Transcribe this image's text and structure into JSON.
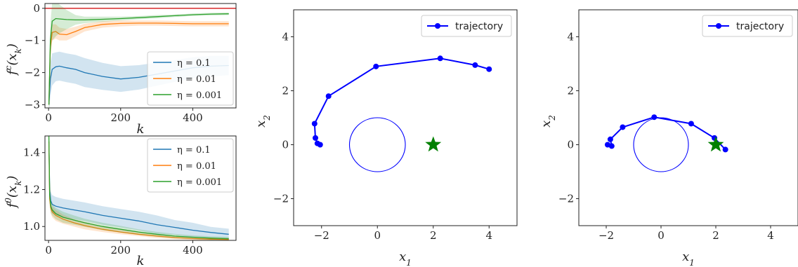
{
  "chart_data": [
    {
      "id": "top-left",
      "type": "line",
      "ylabel": "f^c(x_k)",
      "xlabel": "k",
      "xlim": [
        -10,
        520
      ],
      "ylim": [
        -3.1,
        0.15
      ],
      "xticks": [
        0,
        200,
        400
      ],
      "yticks": [
        0,
        -1,
        -2,
        -3
      ],
      "ytick_labels": [
        "0",
        "−1",
        "−2",
        "−3"
      ],
      "grid": false,
      "legend_position": "lower-right",
      "hline": {
        "y": 0,
        "color": "#d62728"
      },
      "series": [
        {
          "name": "η = 0.1",
          "color": "#1f77b4",
          "x": [
            1,
            5,
            10,
            20,
            30,
            50,
            75,
            100,
            150,
            200,
            250,
            300,
            350,
            400,
            450,
            500
          ],
          "y": [
            -3.0,
            -2.2,
            -1.9,
            -1.82,
            -1.8,
            -1.85,
            -1.9,
            -2.0,
            -2.12,
            -2.2,
            -2.15,
            -2.05,
            -1.95,
            -1.85,
            -1.8,
            -1.78
          ],
          "band": [
            0.45,
            0.5,
            0.5,
            0.45,
            0.45,
            0.45,
            0.45,
            0.45,
            0.42,
            0.4,
            0.38,
            0.36,
            0.34,
            0.33,
            0.32,
            0.3
          ]
        },
        {
          "name": "η = 0.01",
          "color": "#ff7f0e",
          "x": [
            1,
            5,
            10,
            20,
            30,
            50,
            75,
            100,
            150,
            200,
            250,
            300,
            350,
            400,
            450,
            500
          ],
          "y": [
            -3.0,
            -1.2,
            -0.75,
            -0.72,
            -0.8,
            -0.82,
            -0.72,
            -0.6,
            -0.5,
            -0.47,
            -0.46,
            -0.46,
            -0.47,
            -0.48,
            -0.48,
            -0.48
          ],
          "band": [
            0.4,
            0.35,
            0.25,
            0.22,
            0.2,
            0.18,
            0.15,
            0.12,
            0.1,
            0.09,
            0.08,
            0.08,
            0.08,
            0.08,
            0.08,
            0.08
          ]
        },
        {
          "name": "η = 0.001",
          "color": "#2ca02c",
          "x": [
            1,
            5,
            10,
            20,
            30,
            50,
            75,
            100,
            150,
            200,
            250,
            300,
            350,
            400,
            450,
            500
          ],
          "y": [
            -3.0,
            -1.0,
            -0.4,
            -0.32,
            -0.33,
            -0.35,
            -0.36,
            -0.36,
            -0.34,
            -0.32,
            -0.29,
            -0.26,
            -0.23,
            -0.2,
            -0.18,
            -0.17
          ],
          "band": [
            0.3,
            0.5,
            0.6,
            0.55,
            0.45,
            0.3,
            0.15,
            0.1,
            0.08,
            0.06,
            0.05,
            0.05,
            0.04,
            0.04,
            0.04,
            0.04
          ]
        }
      ]
    },
    {
      "id": "bottom-left",
      "type": "line",
      "ylabel": "f^0(x_k)",
      "xlabel": "k",
      "xlim": [
        -10,
        520
      ],
      "ylim": [
        0.925,
        1.49
      ],
      "xticks": [
        0,
        200,
        400
      ],
      "yticks": [
        1.0,
        1.2,
        1.4
      ],
      "ytick_labels": [
        "1.0",
        "1.2",
        "1.4"
      ],
      "grid": false,
      "legend_position": "upper-right",
      "series": [
        {
          "name": "η = 0.1",
          "color": "#1f77b4",
          "x": [
            1,
            3,
            6,
            10,
            20,
            40,
            70,
            100,
            150,
            200,
            250,
            300,
            350,
            400,
            450,
            500
          ],
          "y": [
            1.46,
            1.2,
            1.14,
            1.12,
            1.11,
            1.1,
            1.09,
            1.08,
            1.06,
            1.045,
            1.03,
            1.01,
            0.995,
            0.98,
            0.968,
            0.958
          ],
          "band": [
            0.02,
            0.05,
            0.05,
            0.05,
            0.05,
            0.05,
            0.05,
            0.05,
            0.05,
            0.05,
            0.05,
            0.05,
            0.04,
            0.04,
            0.03,
            0.03
          ]
        },
        {
          "name": "η = 0.01",
          "color": "#ff7f0e",
          "x": [
            1,
            3,
            6,
            10,
            20,
            40,
            70,
            100,
            150,
            200,
            250,
            300,
            350,
            400,
            450,
            500
          ],
          "y": [
            1.46,
            1.15,
            1.1,
            1.08,
            1.06,
            1.04,
            1.02,
            1.005,
            0.985,
            0.97,
            0.958,
            0.948,
            0.94,
            0.935,
            0.932,
            0.93
          ],
          "band": [
            0.02,
            0.03,
            0.03,
            0.03,
            0.03,
            0.025,
            0.02,
            0.02,
            0.015,
            0.012,
            0.01,
            0.01,
            0.008,
            0.008,
            0.007,
            0.007
          ]
        },
        {
          "name": "η = 0.001",
          "color": "#2ca02c",
          "x": [
            1,
            3,
            6,
            10,
            20,
            40,
            70,
            100,
            150,
            200,
            250,
            300,
            350,
            400,
            450,
            500
          ],
          "y": [
            1.49,
            1.17,
            1.11,
            1.09,
            1.07,
            1.05,
            1.035,
            1.02,
            1.0,
            0.985,
            0.97,
            0.958,
            0.948,
            0.942,
            0.937,
            0.934
          ],
          "band": [
            0.02,
            0.04,
            0.035,
            0.03,
            0.03,
            0.03,
            0.025,
            0.022,
            0.02,
            0.018,
            0.015,
            0.013,
            0.012,
            0.01,
            0.01,
            0.01
          ]
        }
      ]
    },
    {
      "id": "trajectory-middle",
      "type": "scatter",
      "xlabel": "x_1",
      "ylabel": "x_2",
      "xlim": [
        -3,
        5
      ],
      "ylim": [
        -3,
        5
      ],
      "xticks": [
        -2,
        0,
        2,
        4
      ],
      "xtick_labels": [
        "−2",
        "0",
        "2",
        "4"
      ],
      "yticks": [
        -2,
        0,
        2,
        4
      ],
      "ytick_labels": [
        "−2",
        "0",
        "2",
        "4"
      ],
      "grid": false,
      "legend_position": "upper-right",
      "obstacle": {
        "center": [
          0,
          0
        ],
        "radius": 1,
        "color": "#0000ff"
      },
      "goal": {
        "x": 2,
        "y": 0,
        "color": "#008000",
        "marker": "star"
      },
      "series": [
        {
          "name": "trajectory",
          "color": "#0000ff",
          "x": [
            -2.05,
            -2.15,
            -2.22,
            -2.25,
            -1.75,
            -0.05,
            2.25,
            3.5,
            4.0
          ],
          "y": [
            0.0,
            0.05,
            0.25,
            0.78,
            1.8,
            2.9,
            3.2,
            2.95,
            2.8
          ]
        }
      ]
    },
    {
      "id": "trajectory-right",
      "type": "scatter",
      "xlabel": "x_1",
      "ylabel": "x_2",
      "xlim": [
        -3,
        5
      ],
      "ylim": [
        -3,
        5
      ],
      "xticks": [
        -2,
        0,
        2,
        4
      ],
      "xtick_labels": [
        "−2",
        "0",
        "2",
        "4"
      ],
      "yticks": [
        -2,
        0,
        2,
        4
      ],
      "ytick_labels": [
        "−2",
        "0",
        "2",
        "4"
      ],
      "grid": false,
      "legend_position": "upper-right",
      "obstacle": {
        "center": [
          0,
          0
        ],
        "radius": 1,
        "color": "#0000ff"
      },
      "goal": {
        "x": 2,
        "y": 0,
        "color": "#008000",
        "marker": "star"
      },
      "series": [
        {
          "name": "trajectory",
          "color": "#0000ff",
          "x": [
            -1.95,
            -1.8,
            -1.85,
            -1.4,
            -0.25,
            1.1,
            1.95,
            2.35
          ],
          "y": [
            0.0,
            -0.05,
            0.2,
            0.65,
            1.02,
            0.78,
            0.25,
            -0.18
          ]
        }
      ]
    }
  ]
}
